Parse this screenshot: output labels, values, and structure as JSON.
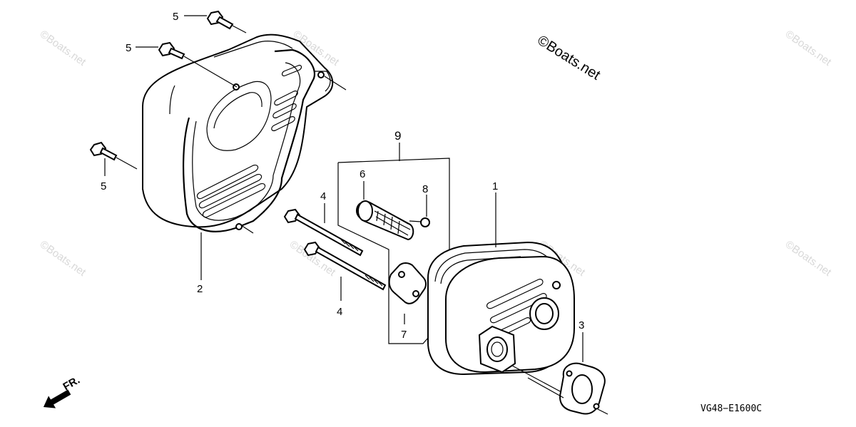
{
  "copyright": "©Boats.net",
  "watermark_text": "©Boats.net",
  "diagram_code": "VG48−E1600C",
  "front_marker": "FR.",
  "callouts": {
    "c1": "1",
    "c2": "2",
    "c3": "3",
    "c4a": "4",
    "c4b": "4",
    "c5a": "5",
    "c5b": "5",
    "c5c": "5",
    "c6": "6",
    "c7": "7",
    "c8": "8",
    "c9": "9"
  }
}
